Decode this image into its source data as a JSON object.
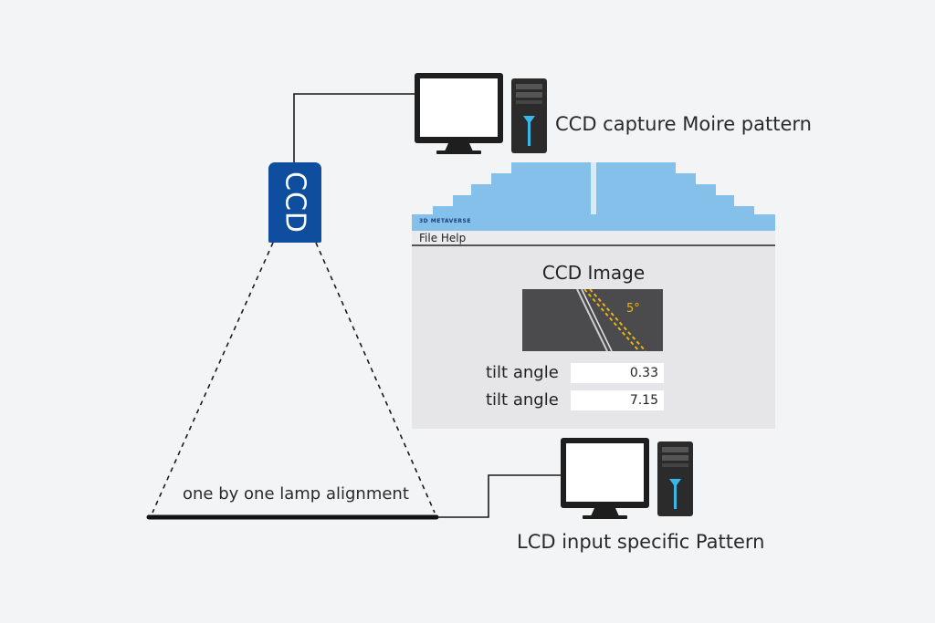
{
  "labels": {
    "top_computer": "CCD capture Moire pattern",
    "bottom_computer": "LCD input specific Pattern",
    "lamp": "one by one lamp alignment",
    "camera": "CCD"
  },
  "app": {
    "logo": "3D METAVERSE",
    "menu": "File Help",
    "heading": "CCD Image",
    "angle_marker": "5°",
    "rows": [
      {
        "label": "tilt angle",
        "value": "0.33"
      },
      {
        "label": "tilt angle",
        "value": "7.15"
      }
    ]
  },
  "colors": {
    "camera": "#0f4e9e",
    "window_bars": "#85c0ea",
    "angle_marker": "#e8b417"
  }
}
